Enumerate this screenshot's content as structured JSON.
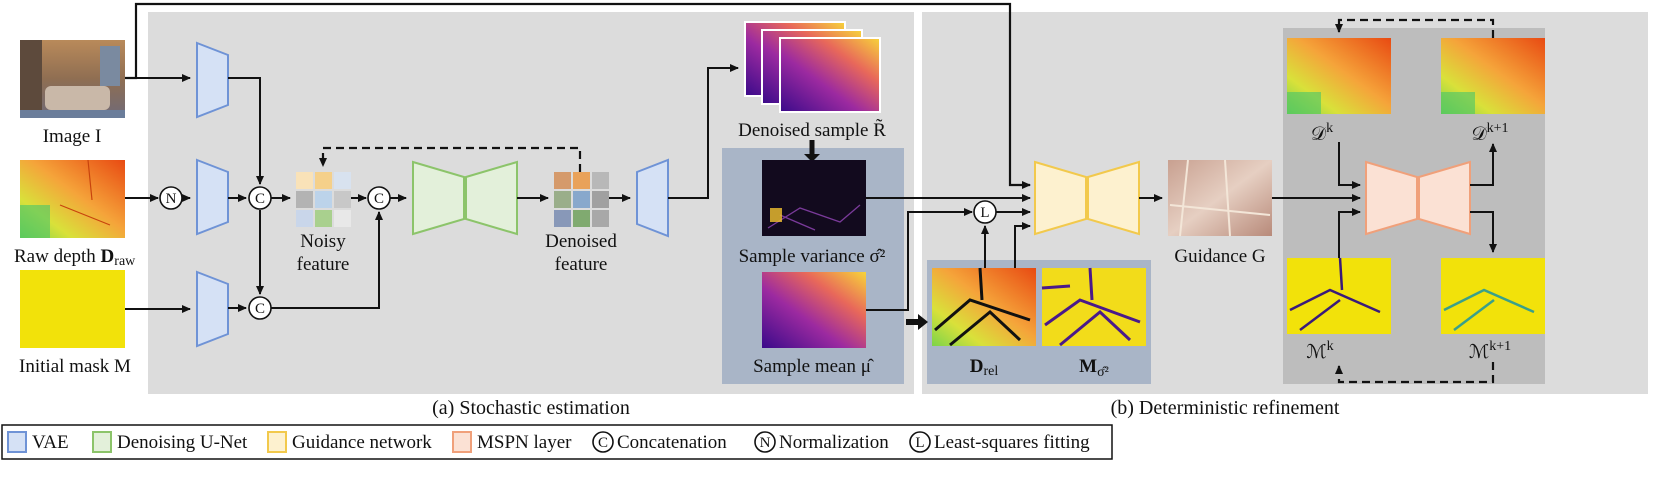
{
  "panels": {
    "left_caption": "(a) Stochastic estimation",
    "right_caption": "(b) Deterministic refinement"
  },
  "inputs": {
    "image": "Image I",
    "raw_depth_prefix": "Raw depth ",
    "raw_depth_bold": "D",
    "raw_depth_sub": "raw",
    "mask": "Initial mask M"
  },
  "operators": {
    "normalization": "N",
    "concatenation": "C",
    "least_squares": "L"
  },
  "features": {
    "noisy_1": "Noisy",
    "noisy_2": "feature",
    "denoised_1": "Denoised",
    "denoised_2": "feature"
  },
  "samples": {
    "denoised_sample": "Denoised sample R̃",
    "variance": "Sample variance σ̂²",
    "mean": "Sample mean μ̂"
  },
  "refine": {
    "d_rel": "D",
    "d_rel_sub": "rel",
    "m_sigma": "M",
    "m_sigma_sub": "σ̂²",
    "guidance": "Guidance G",
    "dk": "𝒟",
    "dk_sup": "k",
    "dk1": "𝒟",
    "dk1_sup": "k+1",
    "mk": "ℳ",
    "mk_sup": "k",
    "mk1": "ℳ",
    "mk1_sup": "k+1"
  },
  "legend": [
    {
      "label": "VAE",
      "color": "#6f93d6",
      "fill": "#d5e1f5",
      "kind": "box"
    },
    {
      "label": "Denoising U-Net",
      "color": "#8cc46a",
      "fill": "#e3f0da",
      "kind": "box"
    },
    {
      "label": "Guidance network",
      "color": "#f2c94c",
      "fill": "#fdf1cf",
      "kind": "box"
    },
    {
      "label": "MSPN  layer",
      "color": "#f0a07a",
      "fill": "#fbe1d4",
      "kind": "box"
    },
    {
      "label": "Concatenation",
      "symbol": "C",
      "kind": "circle"
    },
    {
      "label": "Normalization",
      "symbol": "N",
      "kind": "circle"
    },
    {
      "label": "Least-squares fitting",
      "symbol": "L",
      "kind": "circle"
    }
  ],
  "colors": {
    "vae_stroke": "#6f93d6",
    "vae_fill": "#d5e1f5",
    "unet_stroke": "#8cc46a",
    "unet_fill": "#e3f0da",
    "guide_stroke": "#f2c94c",
    "guide_fill": "#fdf1cf",
    "mspn_stroke": "#f0a07a",
    "mspn_fill": "#fbe1d4",
    "panel_gray": "#dcdcdc",
    "sample_panel": "#a9b5c7"
  }
}
